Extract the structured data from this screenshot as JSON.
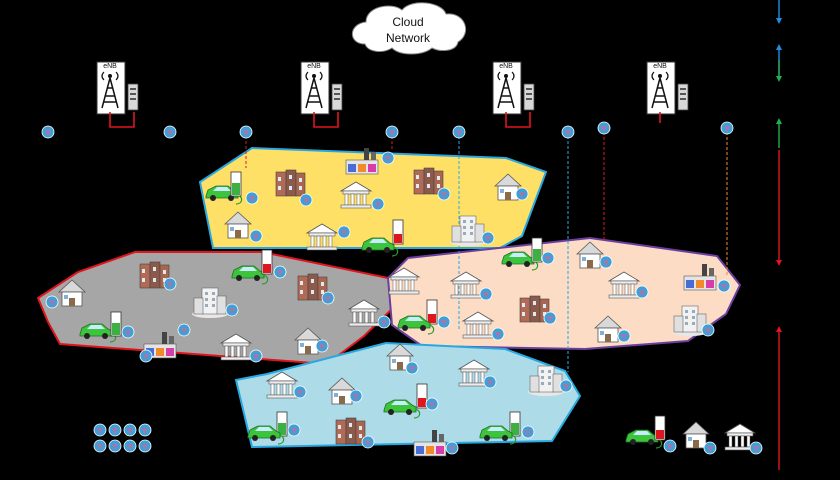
{
  "cloud": {
    "line1": "Cloud",
    "line2": "Network"
  },
  "enb_label": "eNB",
  "base_stations": [
    {
      "id": "enb-1"
    },
    {
      "id": "enb-2"
    },
    {
      "id": "enb-3"
    },
    {
      "id": "enb-4"
    }
  ],
  "cells": [
    {
      "id": "cell-top",
      "fill": "#ffe066",
      "stroke": "#29a8e0"
    },
    {
      "id": "cell-left",
      "fill": "#a6a6a6",
      "stroke": "#e0161e"
    },
    {
      "id": "cell-right",
      "fill": "#fcdcc4",
      "stroke": "#6b3fa0"
    },
    {
      "id": "cell-bottom",
      "fill": "#aedbe8",
      "stroke": "#29a8e0"
    }
  ],
  "colors": {
    "link_red": "#e0161e",
    "arrow_blue": "#1f8fe0",
    "arrow_green": "#22b04a",
    "wifi_blue": "#3da0d8",
    "wifi_pink": "#e06090"
  },
  "icons": [
    "enb-tower-icon",
    "server-icon",
    "house-icon",
    "townhouse-icon",
    "public-building-icon",
    "office-building-icon",
    "electric-vehicle-icon",
    "battery-icon",
    "factory-icon",
    "wireless-device-icon"
  ]
}
